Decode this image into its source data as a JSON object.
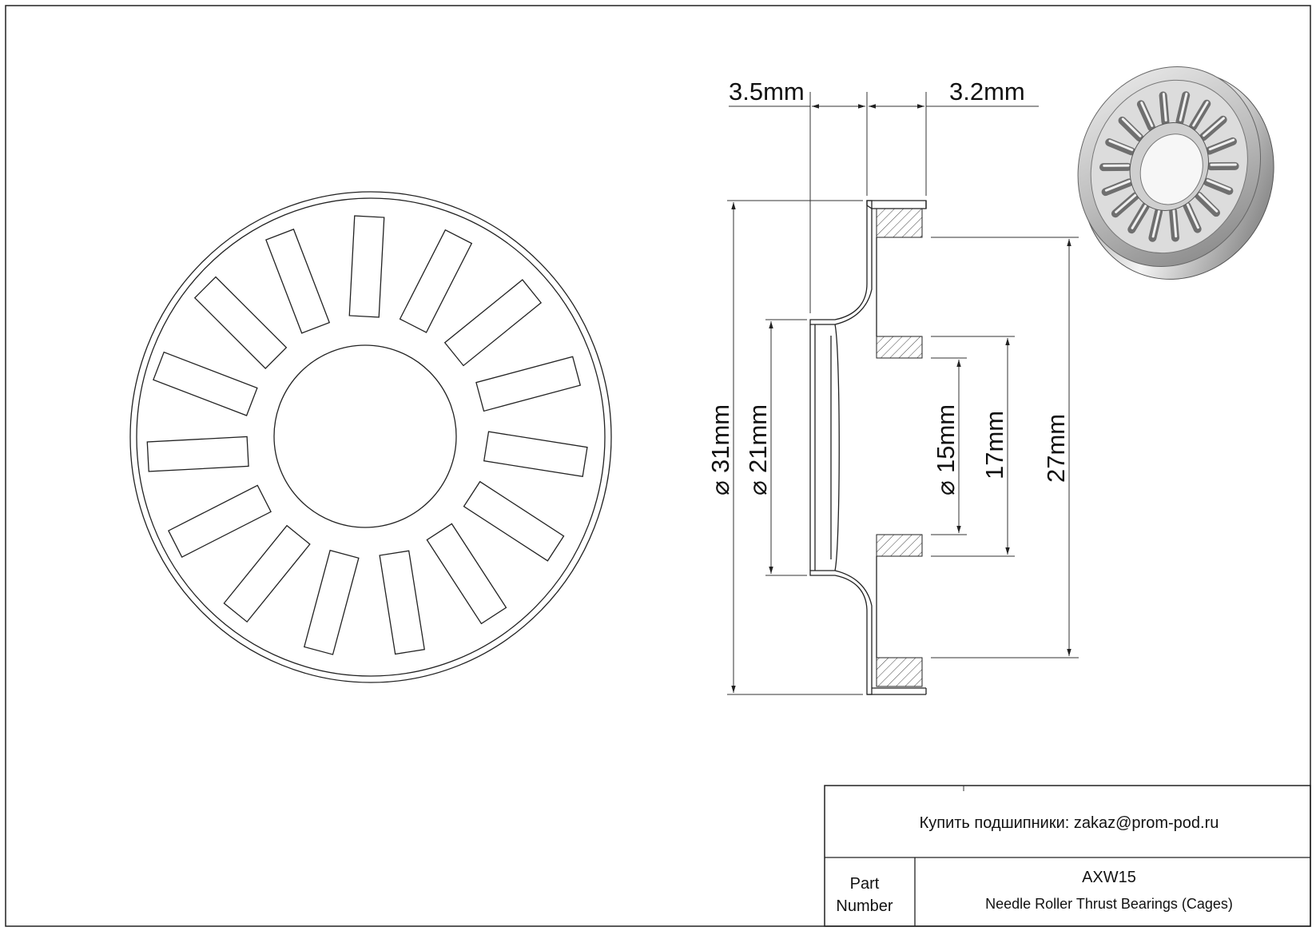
{
  "dimensions": {
    "width_left": "3.5mm",
    "width_right": "3.2mm",
    "outer_diameter": "31mm",
    "inner_diameter": "21mm",
    "bore_diameter": "15mm",
    "d17": "17mm",
    "d27": "27mm",
    "diameter_symbol": "⌀"
  },
  "title_block": {
    "contact": "Купить подшипники: zakaz@prom-pod.ru",
    "part_label_line1": "Part",
    "part_label_line2": "Number",
    "part_number": "AXW15",
    "description": "Needle Roller Thrust Bearings (Cages)"
  },
  "colors": {
    "line": "#222222",
    "hatch": "#444444",
    "metal_light": "#e6e6e6",
    "metal_dark": "#8a8a8a"
  }
}
